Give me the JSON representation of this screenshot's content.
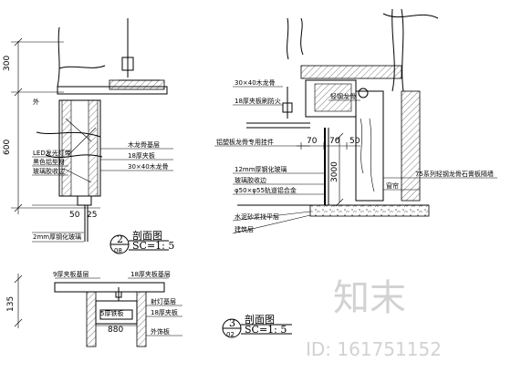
{
  "detail_2": {
    "dims": {
      "d300": "300",
      "d600": "600",
      "d50": "50",
      "d25": "25"
    },
    "outer_label": "外",
    "notes_left": [
      "LED发光灯带",
      "黑色铝型材",
      "玻璃胶收边",
      "2mm厚钢化玻璃"
    ],
    "notes_right": [
      "木龙骨基层",
      "18厚夹板",
      "30×40木龙骨"
    ],
    "bubble_top": "2",
    "bubble_bottom": "08",
    "title": "剖面图",
    "scale": "SC=1: 5"
  },
  "detail_small": {
    "dims": {
      "d135": "135",
      "d880": "880"
    },
    "labels": [
      "9厚夹板基层",
      "18厚夹板基层",
      "5厚铁板",
      "射灯基层",
      "18厚夹板",
      "外饰板"
    ]
  },
  "detail_3": {
    "dims": {
      "d70a": "70",
      "d70b": "70",
      "d50": "50",
      "d3000": "3000"
    },
    "labels_left": [
      "30×40木龙骨",
      "18厚夹板刷防火",
      "铝塑板龙骨专用挂件",
      "12mm厚钢化玻璃",
      "玻璃胶收边",
      "φ50×φ55轨道铝合金",
      "水泥砂浆找平层",
      "建筑层"
    ],
    "labels_right": [
      "轻钢龙骨",
      "75系列轻钢龙骨石膏板隔墙",
      "窗帘"
    ],
    "bubble_top": "3",
    "bubble_bottom": "02",
    "title": "剖面图",
    "scale": "SC=1: 5"
  },
  "watermark": {
    "mark": "知末",
    "id_label": "ID: 161751152"
  }
}
